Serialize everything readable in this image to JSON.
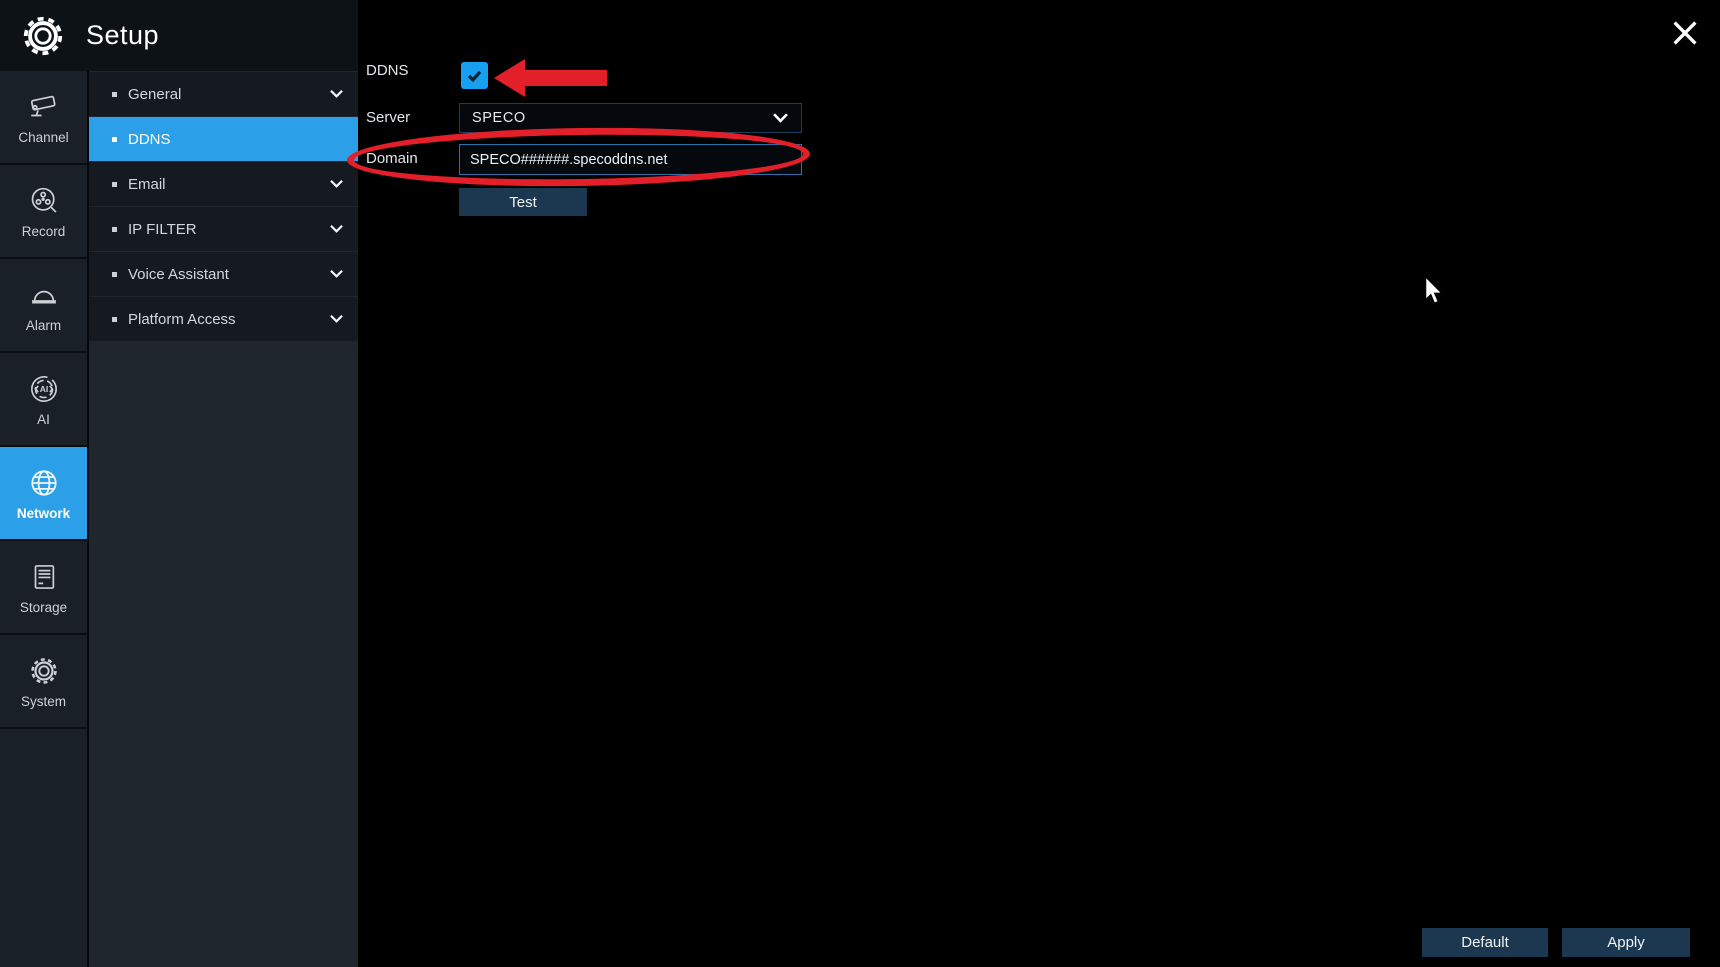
{
  "app": {
    "title": "Setup",
    "header_icon": "gear-icon",
    "close_icon": "close-icon"
  },
  "colors": {
    "accent_blue": "#2b9fe8",
    "checkbox_blue": "#18a0f0",
    "annotation_red": "#e3202a",
    "button_navy": "#1b3850"
  },
  "sidebar": {
    "items": [
      {
        "id": "channel",
        "label": "Channel",
        "icon": "camera-icon",
        "active": false
      },
      {
        "id": "record",
        "label": "Record",
        "icon": "film-reel-icon",
        "active": false
      },
      {
        "id": "alarm",
        "label": "Alarm",
        "icon": "siren-icon",
        "active": false
      },
      {
        "id": "ai",
        "label": "AI",
        "icon": "ai-icon",
        "active": false
      },
      {
        "id": "network",
        "label": "Network",
        "icon": "globe-icon",
        "active": true
      },
      {
        "id": "storage",
        "label": "Storage",
        "icon": "server-icon",
        "active": false
      },
      {
        "id": "system",
        "label": "System",
        "icon": "gear-icon",
        "active": false
      }
    ]
  },
  "menu": {
    "items": [
      {
        "id": "general",
        "label": "General",
        "chevron": true,
        "active": false
      },
      {
        "id": "ddns",
        "label": "DDNS",
        "chevron": false,
        "active": true
      },
      {
        "id": "email",
        "label": "Email",
        "chevron": true,
        "active": false
      },
      {
        "id": "ip-filter",
        "label": "IP FILTER",
        "chevron": true,
        "active": false
      },
      {
        "id": "voice-assistant",
        "label": "Voice Assistant",
        "chevron": true,
        "active": false
      },
      {
        "id": "platform-access",
        "label": "Platform Access",
        "chevron": true,
        "active": false
      }
    ]
  },
  "form": {
    "ddns": {
      "label": "DDNS",
      "checked": true
    },
    "server": {
      "label": "Server",
      "value": "SPECO"
    },
    "domain": {
      "label": "Domain",
      "value": "SPECO######.specoddns.net"
    },
    "test_label": "Test"
  },
  "footer": {
    "default_label": "Default",
    "apply_label": "Apply"
  },
  "annotations": {
    "arrow_target": "ddns-checkbox",
    "circle_target": "domain-input"
  }
}
